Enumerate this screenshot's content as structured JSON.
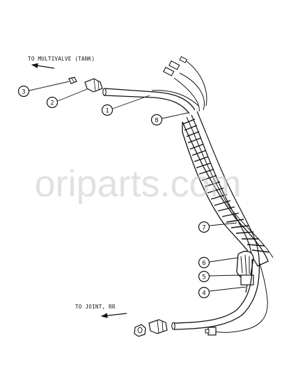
{
  "labels": {
    "to_multivalve": "TO MULTIVALVE (TANK)",
    "to_joint": "TO JOINT, RR"
  },
  "callouts": [
    "1",
    "2",
    "3",
    "4",
    "5",
    "6",
    "7",
    "8"
  ],
  "watermark": "oriparts.com",
  "colors": {
    "line": "#111111",
    "background": "#ffffff",
    "watermark": "#c9c9c9"
  }
}
